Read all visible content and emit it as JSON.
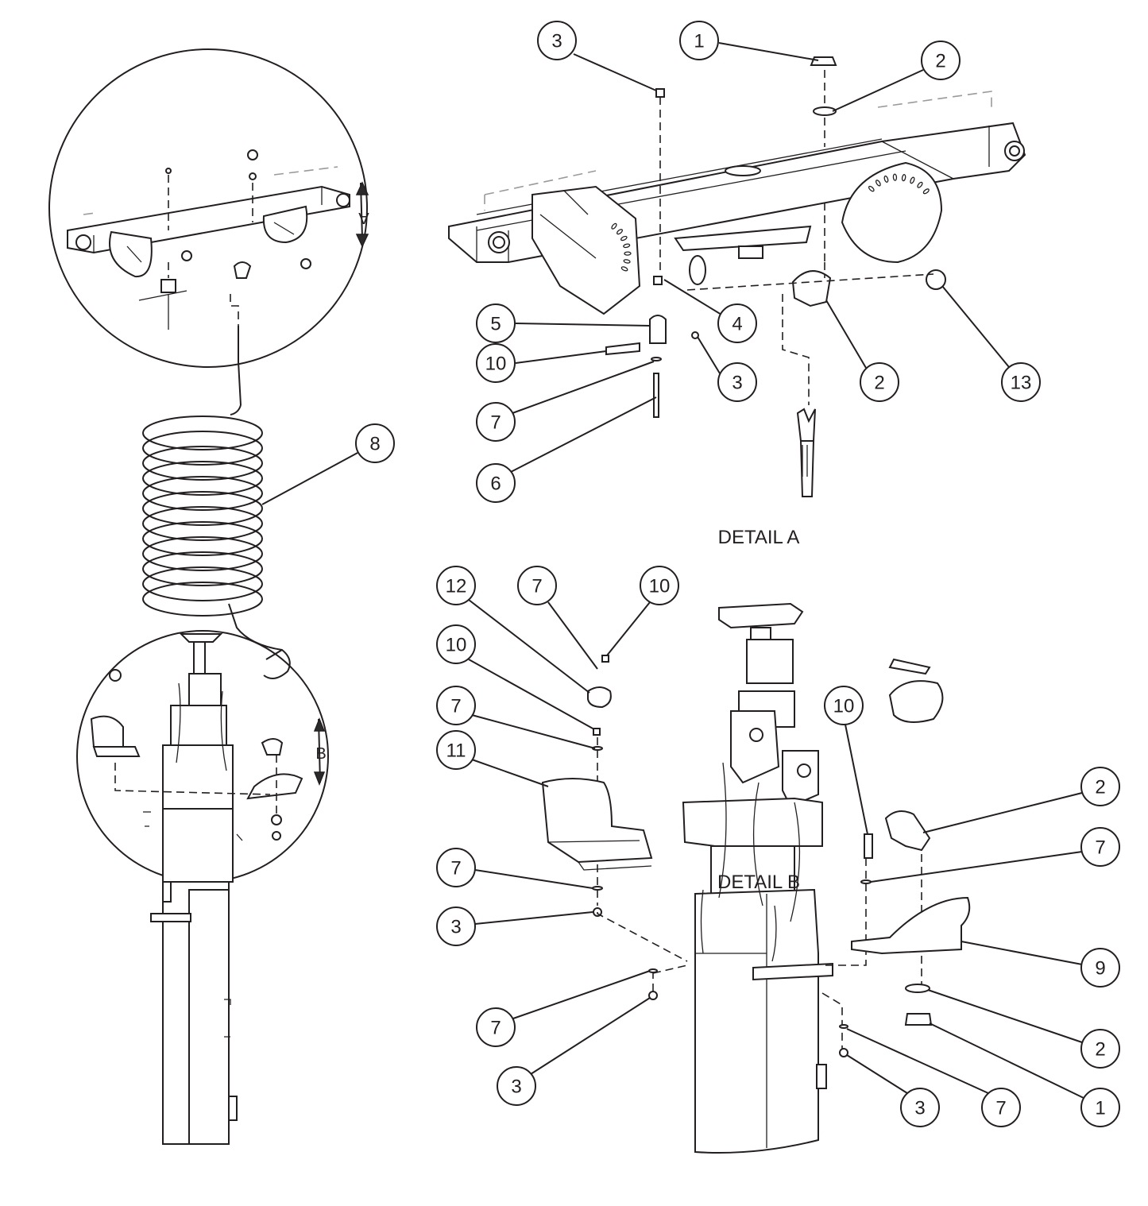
{
  "details": {
    "a": {
      "title": "DETAIL A",
      "marker": "A"
    },
    "b": {
      "title": "DETAIL B",
      "marker": "B"
    }
  },
  "callouts": {
    "a": [
      "3",
      "1",
      "2",
      "4",
      "5",
      "10",
      "3",
      "2",
      "13",
      "7",
      "6"
    ],
    "overview": [
      "8"
    ],
    "b": [
      "12",
      "7",
      "10",
      "10",
      "7",
      "11",
      "10",
      "2",
      "7",
      "7",
      "3",
      "9",
      "7",
      "3",
      "2",
      "1",
      "3",
      "7"
    ]
  },
  "colors": {
    "line": "#231f20",
    "hidden_line": "#9a9a9a",
    "background": "#ffffff"
  }
}
